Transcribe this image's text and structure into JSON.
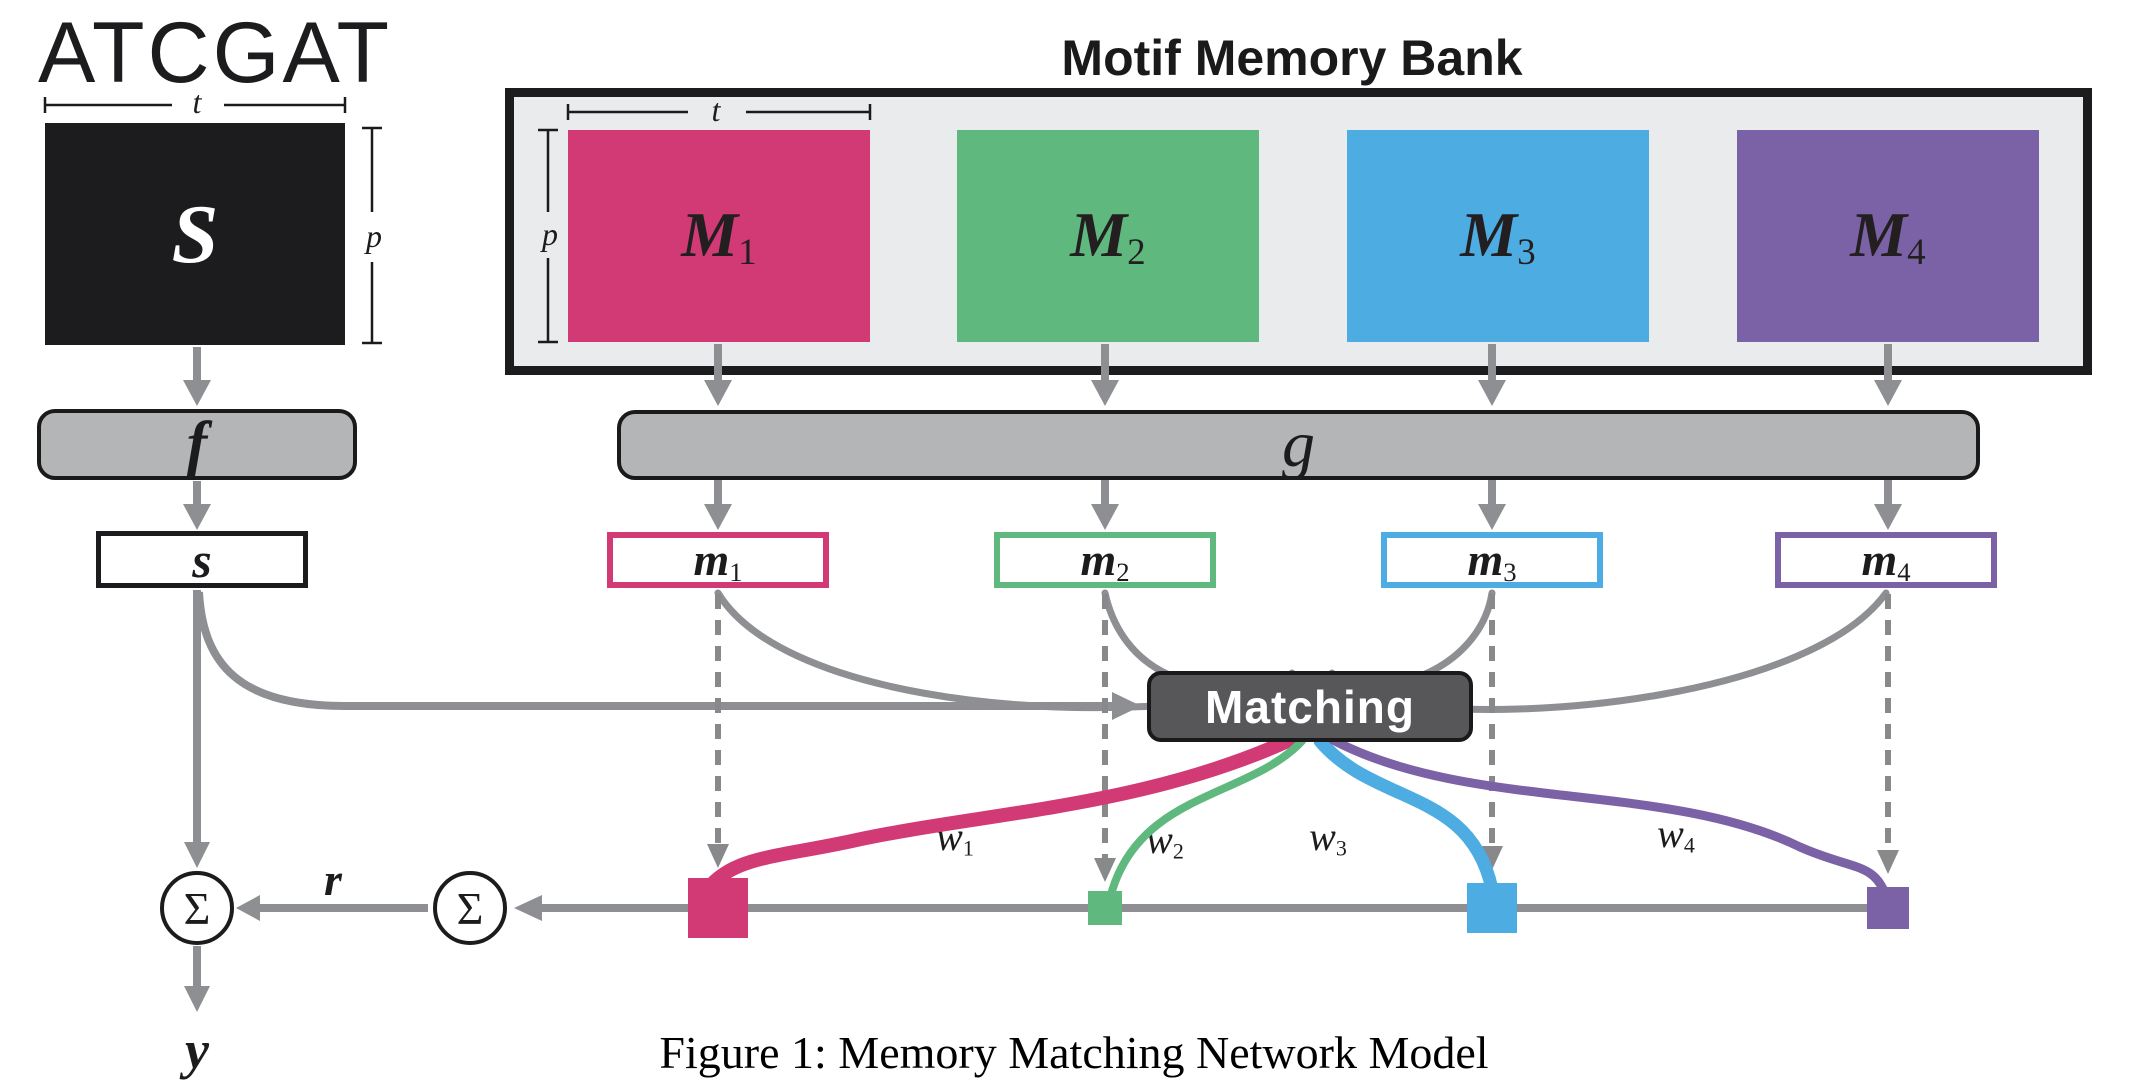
{
  "figure": {
    "sequence": "ATCGAT",
    "caption": "Figure 1: Memory Matching Network Model"
  },
  "dims": {
    "width_label": "t",
    "height_label": "p"
  },
  "input_pipeline": {
    "matrix_label": "S",
    "encoder_label": "f",
    "vector_label": "s"
  },
  "memory_bank": {
    "title": "Motif Memory Bank",
    "encoder_label": "g",
    "motifs": [
      {
        "base": "M",
        "sub": "1"
      },
      {
        "base": "M",
        "sub": "2"
      },
      {
        "base": "M",
        "sub": "3"
      },
      {
        "base": "M",
        "sub": "4"
      }
    ],
    "vectors": [
      {
        "base": "m",
        "sub": "1"
      },
      {
        "base": "m",
        "sub": "2"
      },
      {
        "base": "m",
        "sub": "3"
      },
      {
        "base": "m",
        "sub": "4"
      }
    ]
  },
  "matching": {
    "label": "Matching"
  },
  "weights": [
    {
      "base": "w",
      "sub": "1"
    },
    {
      "base": "w",
      "sub": "2"
    },
    {
      "base": "w",
      "sub": "3"
    },
    {
      "base": "w",
      "sub": "4"
    }
  ],
  "output": {
    "sum_symbol": "Σ",
    "readout_label": "r",
    "prediction_label": "y"
  },
  "colors": {
    "motif1": "#d23a75",
    "motif2": "#5fb87e",
    "motif3": "#4dade2",
    "motif4": "#7b62a6",
    "line_gray": "#8e8f92",
    "dash_gray": "#88898b",
    "encoder_fill": "#b4b5b7",
    "bank_fill": "#eaebed",
    "matching_fill": "#57575a",
    "ink": "#1c1c1e"
  }
}
